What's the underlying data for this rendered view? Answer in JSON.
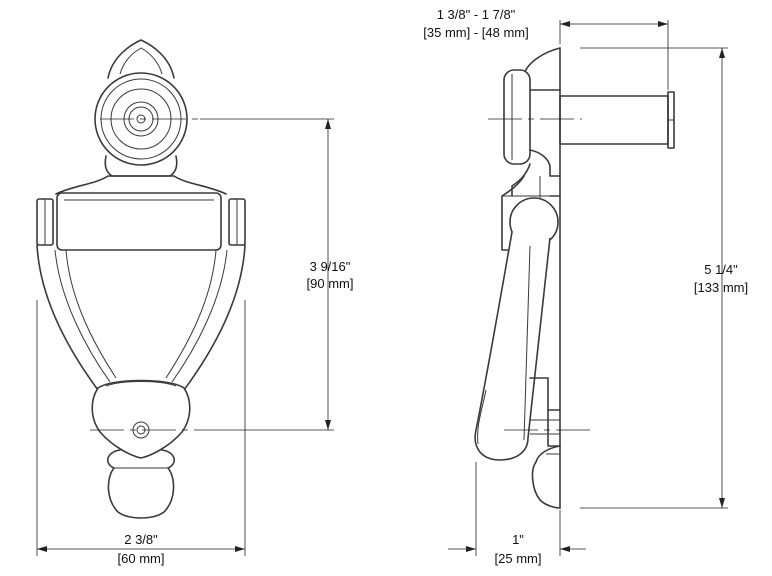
{
  "dimensions": {
    "height_eye_to_pin": {
      "imperial": "3 9/16\"",
      "metric": "[90 mm]"
    },
    "width": {
      "imperial": "2 3/8\"",
      "metric": "[60 mm]"
    },
    "door_thickness": {
      "imperial": "1 3/8\" - 1 7/8\"",
      "metric": "[35 mm] - [48 mm]"
    },
    "overall_height": {
      "imperial": "5 1/4\"",
      "metric": "[133 mm]"
    },
    "depth": {
      "imperial": "1\"",
      "metric": "[25 mm]"
    }
  },
  "colors": {
    "line": "#3a3a3a",
    "dimension": "#222222",
    "background": "#ffffff"
  }
}
